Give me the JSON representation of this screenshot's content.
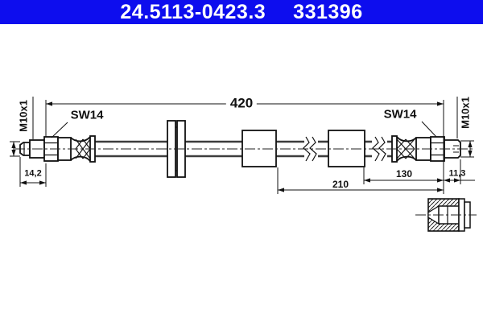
{
  "colors": {
    "header_bg": "#0d0dee",
    "header_text": "#ffffff",
    "line_color": "#111111",
    "hose_color": "#3d3d3d"
  },
  "header": {
    "part_number": "24.5113-0423.3",
    "reference": "331396"
  },
  "drawing": {
    "type": "brake-hose-technical-drawing",
    "dim_total_length": "420",
    "dim_mid_length": "210",
    "dim_end_length": "130",
    "dim_left_thread_length": "14,2",
    "dim_right_thread_length": "11,3",
    "label_left_wrench": "SW14",
    "label_right_wrench": "SW14",
    "label_left_thread": "M10x1",
    "label_right_thread": "M10x1",
    "icons": [
      "fitting-section-icon"
    ]
  }
}
